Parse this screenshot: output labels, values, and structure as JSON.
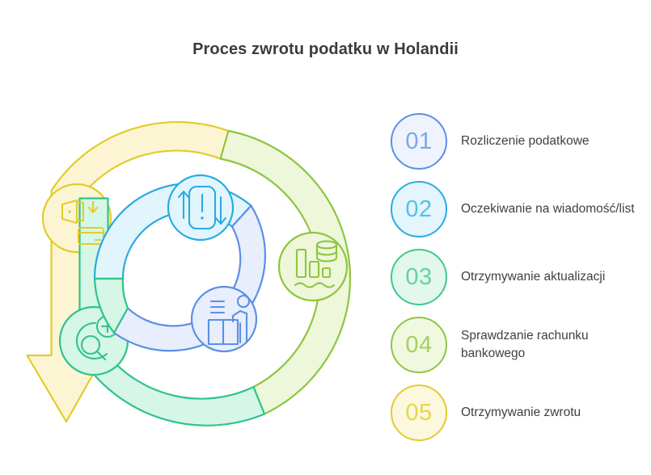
{
  "page": {
    "title": "Proces zwrotu podatku w Holandii",
    "background": "#ffffff",
    "title_color": "#3c3c3c"
  },
  "legend": {
    "items": [
      {
        "number": "01",
        "label": "Rozliczenie podatkowe",
        "stroke": "#5b8fe8",
        "fill": "#eef3fd",
        "text": "#7ba8ea"
      },
      {
        "number": "02",
        "label": "Oczekiwanie na wiadomość/list",
        "stroke": "#29abe2",
        "fill": "#e4f5fd",
        "text": "#54c0ea"
      },
      {
        "number": "03",
        "label": "Otrzymywanie aktualizacji",
        "stroke": "#3cc98a",
        "fill": "#e3f8ed",
        "text": "#62d3a1"
      },
      {
        "number": "04",
        "label": "Sprawdzanie rachunku bankowego",
        "stroke": "#8dc63f",
        "fill": "#f0f8e0",
        "text": "#a3d15f"
      },
      {
        "number": "05",
        "label": "Otrzymywanie zwrotu",
        "stroke": "#e3cc2b",
        "fill": "#fcf8de",
        "text": "#e8d54e"
      }
    ]
  },
  "diagram": {
    "type": "cycle-spiral",
    "outer_ring": {
      "segments": [
        {
          "name": "otrzymywanie-zwrotu",
          "stroke": "#e3cc2b",
          "fill": "#fcf5d4",
          "icon": "wallet-card-icon",
          "step": "05"
        },
        {
          "name": "sprawdzanie-rachunku-bankowego",
          "stroke": "#8dc63f",
          "fill": "#eef7d9",
          "icon": "bar-chart-coins-icon",
          "step": "04"
        },
        {
          "name": "otrzymywanie-aktualizacji",
          "stroke": "#2fc48a",
          "fill": "#d6f6e7",
          "icon": "magnifier-plus-icon",
          "step": "03"
        }
      ],
      "arrow": {
        "name": "cycle-arrowhead",
        "stroke": "#e3cc2b",
        "fill": "#fdf6d8"
      }
    },
    "inner_ring": {
      "segments": [
        {
          "name": "oczekiwanie-na-wiadomosc",
          "stroke": "#29abe2",
          "fill": "#e2f5fd",
          "icon": "sync-alert-icon",
          "step": "02"
        },
        {
          "name": "rozliczenie-podatkowe",
          "stroke": "#5b8fe8",
          "fill": "#e8eefc",
          "icon": "person-desk-icon",
          "step": "01"
        },
        {
          "name": "aktualizacje-wewnetrzne",
          "stroke": "#2fc48a",
          "fill": "#d6f6e7",
          "icon": "none",
          "step": "03"
        }
      ]
    }
  }
}
